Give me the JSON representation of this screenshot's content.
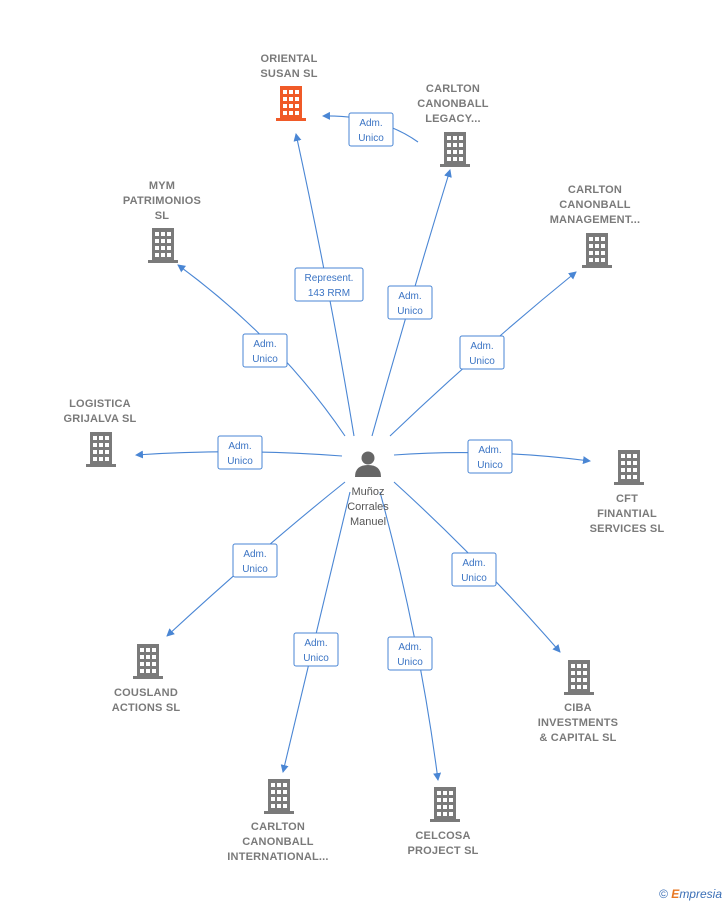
{
  "colors": {
    "edge": "#4a86d4",
    "building": "#7a7a7a",
    "building_main": "#f05a28",
    "person": "#666666"
  },
  "person": {
    "lines": [
      "Muñoz",
      "Corrales",
      "Manuel"
    ],
    "icon": "person-icon"
  },
  "companies": [
    {
      "id": "oriental",
      "lines": [
        "ORIENTAL",
        "SUSAN  SL"
      ],
      "main": true
    },
    {
      "id": "carlton-legacy",
      "lines": [
        "CARLTON",
        "CANONBALL",
        "LEGACY..."
      ]
    },
    {
      "id": "mym",
      "lines": [
        "MYM",
        "PATRIMONIOS",
        "SL"
      ]
    },
    {
      "id": "carlton-management",
      "lines": [
        "CARLTON",
        "CANONBALL",
        "MANAGEMENT..."
      ]
    },
    {
      "id": "logistica",
      "lines": [
        "LOGISTICA",
        "GRIJALVA  SL"
      ]
    },
    {
      "id": "cft",
      "lines": [
        "CFT",
        "FINANTIAL",
        "SERVICES  SL"
      ]
    },
    {
      "id": "cousland",
      "lines": [
        "COUSLAND",
        "ACTIONS SL"
      ]
    },
    {
      "id": "ciba",
      "lines": [
        "CIBA",
        "INVESTMENTS",
        "& CAPITAL  SL"
      ]
    },
    {
      "id": "carlton-international",
      "lines": [
        "CARLTON",
        "CANONBALL",
        "INTERNATIONAL..."
      ]
    },
    {
      "id": "celcosa",
      "lines": [
        "CELCOSA",
        "PROJECT  SL"
      ]
    }
  ],
  "roles": [
    {
      "id": "r-oriental",
      "lines": [
        "Represent.",
        "143 RRM"
      ]
    },
    {
      "id": "r-legacy-oriental",
      "lines": [
        "Adm.",
        "Unico"
      ]
    },
    {
      "id": "r-legacy",
      "lines": [
        "Adm.",
        "Unico"
      ]
    },
    {
      "id": "r-mym",
      "lines": [
        "Adm.",
        "Unico"
      ]
    },
    {
      "id": "r-management",
      "lines": [
        "Adm.",
        "Unico"
      ]
    },
    {
      "id": "r-logistica",
      "lines": [
        "Adm.",
        "Unico"
      ]
    },
    {
      "id": "r-cft",
      "lines": [
        "Adm.",
        "Unico"
      ]
    },
    {
      "id": "r-cousland",
      "lines": [
        "Adm.",
        "Unico"
      ]
    },
    {
      "id": "r-ciba",
      "lines": [
        "Adm.",
        "Unico"
      ]
    },
    {
      "id": "r-international",
      "lines": [
        "Adm.",
        "Unico"
      ]
    },
    {
      "id": "r-celcosa",
      "lines": [
        "Adm.",
        "Unico"
      ]
    }
  ],
  "brand": {
    "symbol": "©",
    "initial": "E",
    "rest": "mpresia"
  }
}
